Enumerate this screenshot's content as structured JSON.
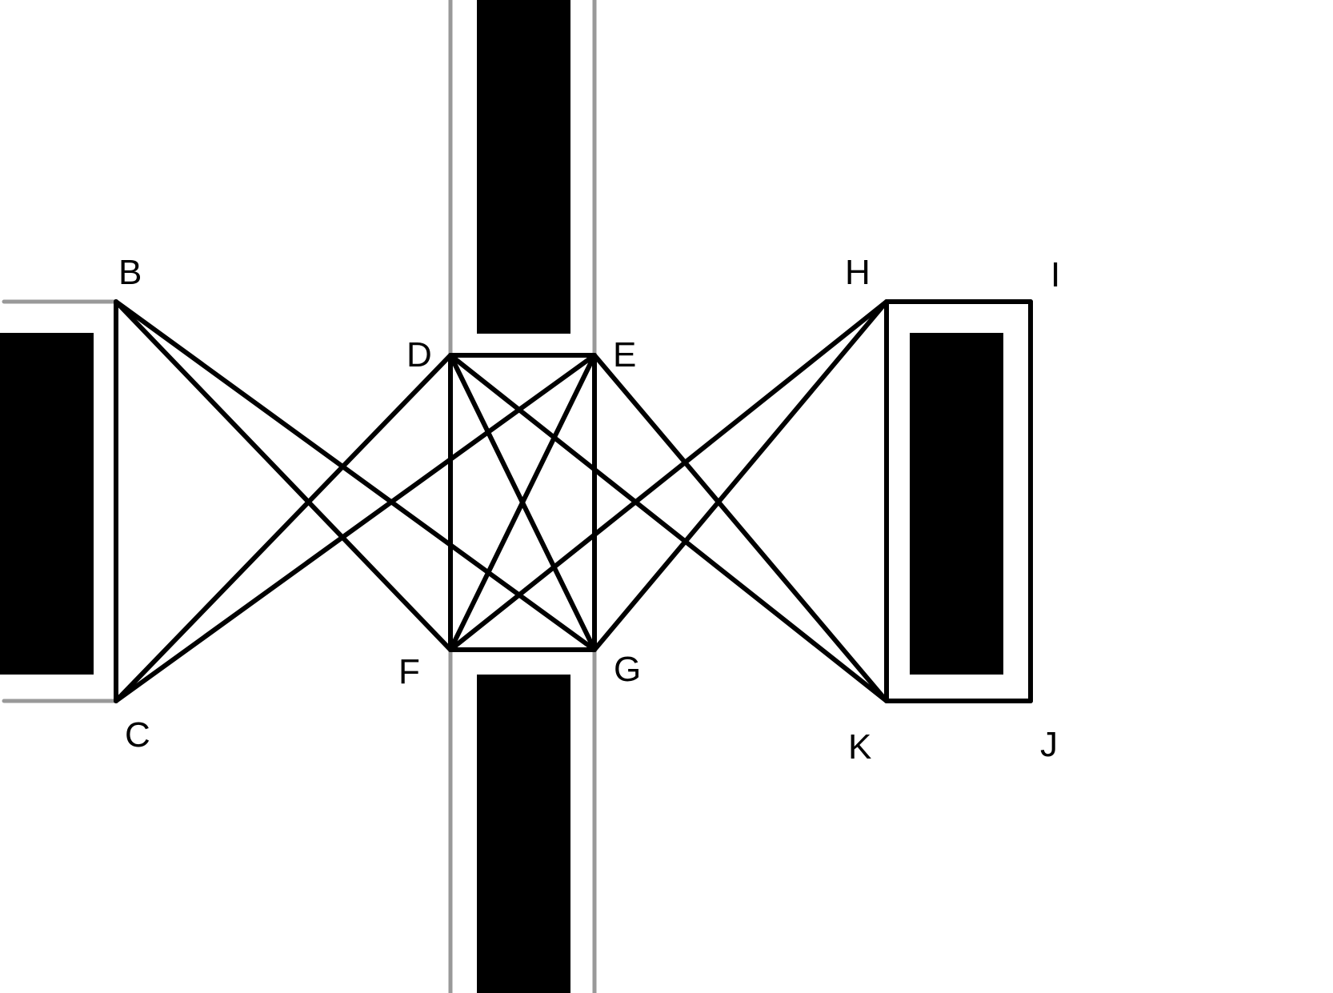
{
  "diagram": {
    "points": {
      "B": "B",
      "C": "C",
      "D": "D",
      "E": "E",
      "F": "F",
      "G": "G",
      "H": "H",
      "I": "I",
      "J": "J",
      "K": "K"
    },
    "edges": [
      [
        "B",
        "C"
      ],
      [
        "B",
        "F"
      ],
      [
        "B",
        "G"
      ],
      [
        "C",
        "D"
      ],
      [
        "C",
        "E"
      ],
      [
        "D",
        "E"
      ],
      [
        "D",
        "F"
      ],
      [
        "D",
        "G"
      ],
      [
        "D",
        "K"
      ],
      [
        "E",
        "F"
      ],
      [
        "E",
        "G"
      ],
      [
        "E",
        "K"
      ],
      [
        "F",
        "G"
      ],
      [
        "F",
        "H"
      ],
      [
        "G",
        "H"
      ],
      [
        "H",
        "I"
      ],
      [
        "H",
        "K"
      ],
      [
        "I",
        "J"
      ],
      [
        "J",
        "K"
      ]
    ],
    "colors": {
      "edge": "#000000",
      "obstacle": "#000000",
      "boundary": "#999999",
      "background": "#ffffff"
    }
  }
}
